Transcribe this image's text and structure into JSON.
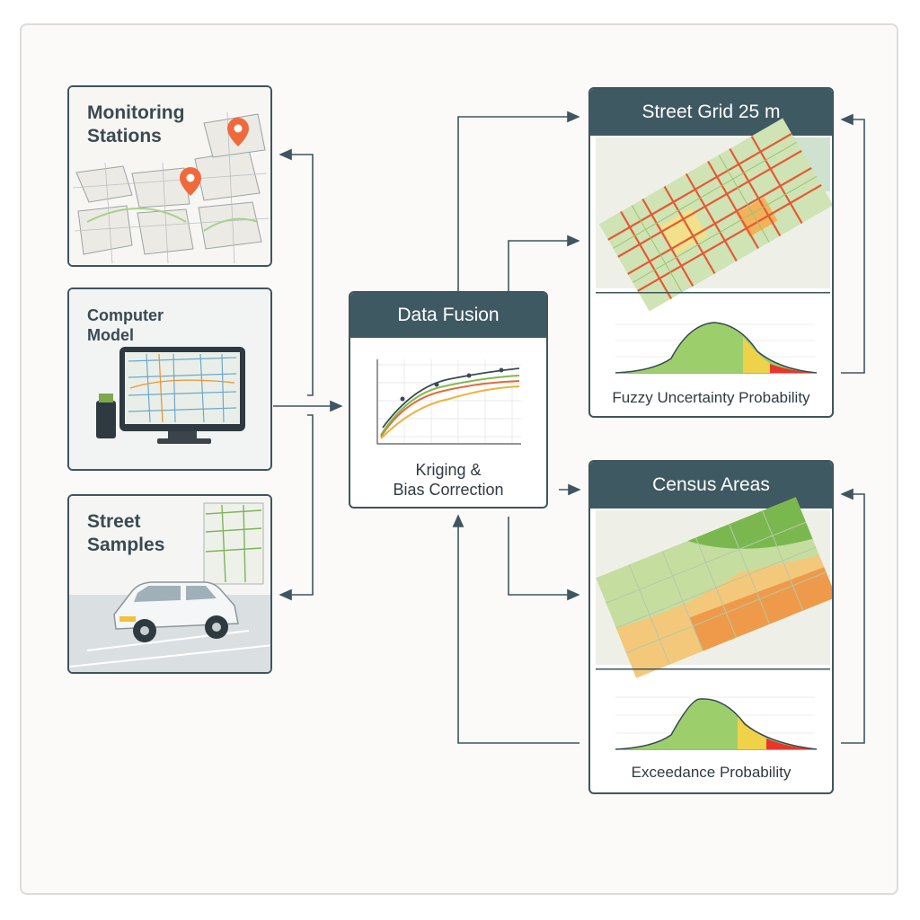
{
  "colors": {
    "border": "#3f5560",
    "header": "#3f5963",
    "green": "#8ec86a",
    "orange": "#ef8b3a",
    "red": "#e6372a",
    "yellow": "#f2d23a"
  },
  "inputs": {
    "monitoring": {
      "title_line1": "Monitoring",
      "title_line2": "Stations",
      "icon": "map-pin-icon"
    },
    "model": {
      "title_line1": "Computer",
      "title_line2": "Model",
      "icon": "laptop-icon"
    },
    "street": {
      "title_line1": "Street",
      "title_line2": "Samples",
      "icon": "car-icon"
    }
  },
  "fusion": {
    "title": "Data Fusion",
    "caption_line1": "Kriging &",
    "caption_line2": "Bias Correction"
  },
  "outputs": {
    "grid": {
      "title": "Street Grid 25 m",
      "caption": "Fuzzy Uncertainty Probability"
    },
    "census": {
      "title": "Census Areas",
      "caption": "Exceedance Probability"
    }
  }
}
